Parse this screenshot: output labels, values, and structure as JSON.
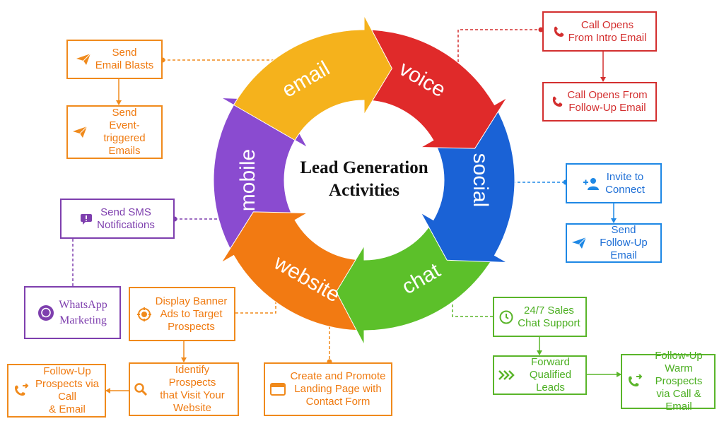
{
  "center_title": "Lead Generation\nActivities",
  "segments": {
    "email": "email",
    "voice": "voice",
    "social": "social",
    "chat": "chat",
    "website": "website",
    "mobile": "mobile"
  },
  "boxes": {
    "send_email_blasts": "Send\nEmail Blasts",
    "send_event_triggered_emails": "Send\nEvent-triggered\nEmails",
    "send_sms_notifications": "Send SMS\nNotifications",
    "whatsapp_marketing": "WhatsApp\nMarketing",
    "display_banner_ads": "Display Banner\nAds to Target\nProspects",
    "follow_up_prospects_call_email": "Follow-Up\nProspects via Call\n& Email",
    "identify_prospects": "Identify Prospects\nthat Visit Your\nWebsite",
    "create_landing_page": "Create and Promote\nLanding Page with\nContact Form",
    "call_opens_intro_email": "Call Opens\nFrom Intro Email",
    "call_opens_follow_up_email": "Call Opens From\nFollow-Up Email",
    "invite_to_connect": "Invite to\nConnect",
    "send_follow_up_email": "Send\nFollow-Up Email",
    "sales_chat_support": "24/7 Sales\nChat Support",
    "forward_qualified_leads": "Forward\nQualified Leads",
    "follow_up_warm_prospects": "Follow-Up\nWarm Prospects\nvia Call & Email"
  },
  "colors": {
    "email": "#f5b21c",
    "voice": "#e02a2a",
    "social": "#1a62d6",
    "chat": "#5cc02a",
    "website": "#f27a12",
    "mobile": "#8a4bd0"
  }
}
